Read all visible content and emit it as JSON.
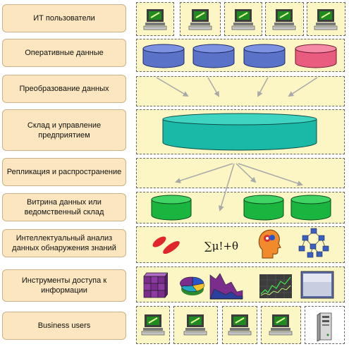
{
  "layers": [
    {
      "id": "it-users",
      "label": "ИТ пользователи"
    },
    {
      "id": "operational-data",
      "label": "Оперативные данные"
    },
    {
      "id": "data-transformation",
      "label": "Преобразование данных"
    },
    {
      "id": "enterprise-warehouse",
      "label": "Склад и управление предприятием"
    },
    {
      "id": "replication",
      "label": "Репликация и распространение"
    },
    {
      "id": "data-mart",
      "label": "Витрина данных или ведомственный склад"
    },
    {
      "id": "data-mining",
      "label": "Интеллектуальный анализ данных обнаружения знаний"
    },
    {
      "id": "access-tools",
      "label": "Инструменты доступа к информации"
    },
    {
      "id": "business-users",
      "label": "Business users"
    }
  ],
  "formula_text": "∑μ!+θ",
  "icons": {
    "it_users": [
      "workstation-icon",
      "workstation-icon",
      "workstation-icon",
      "workstation-icon",
      "workstation-icon"
    ],
    "operational_dbs": [
      "database-icon",
      "database-icon",
      "database-icon",
      "database-icon"
    ],
    "warehouse": "warehouse-database-icon",
    "data_marts": [
      "database-icon",
      "database-icon",
      "database-icon"
    ],
    "mining": [
      "percent-icon",
      "formula-icon",
      "brain-head-icon",
      "network-icon"
    ],
    "tools": [
      "cube-icon",
      "pie-chart-icon",
      "area-chart-icon",
      "line-chart-icon",
      "panel-icon"
    ],
    "business_users": [
      "workstation-icon",
      "workstation-icon",
      "workstation-icon",
      "workstation-icon",
      "server-icon"
    ]
  },
  "colors": {
    "label_fill": "#fbe6bf",
    "row_fill": "#fbf6c4",
    "db_blue": "#5b72c9",
    "db_pink": "#ea5b80",
    "warehouse_teal": "#1ab8a6",
    "mart_green": "#19b53f",
    "arrow_gray": "#a9a9a9"
  }
}
